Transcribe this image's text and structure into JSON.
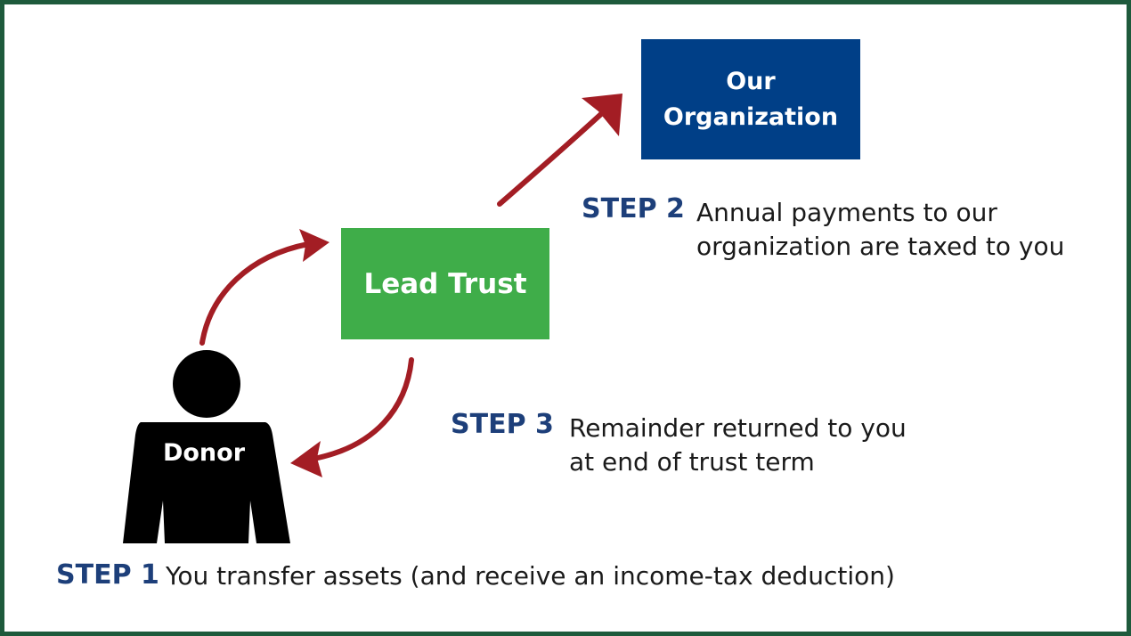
{
  "colors": {
    "frame": "#1e5a3c",
    "org_box": "#003f87",
    "trust_box": "#3fad49",
    "arrow": "#a31d24",
    "donor": "#000000",
    "step_label": "#1d3f7a"
  },
  "organization": {
    "line1": "Our",
    "line2": "Organization"
  },
  "trust": {
    "label": "Lead Trust"
  },
  "donor": {
    "label": "Donor"
  },
  "steps": {
    "step1": {
      "label": "STEP 1",
      "text": "You transfer assets (and receive an income-tax deduction)"
    },
    "step2": {
      "label": "STEP 2",
      "line1": "Annual payments to our",
      "line2": "organization are taxed to you"
    },
    "step3": {
      "label": "STEP 3",
      "line1": "Remainder returned to you",
      "line2": "at end of trust term"
    }
  },
  "icons": [
    "person-icon",
    "arrow-icon"
  ]
}
